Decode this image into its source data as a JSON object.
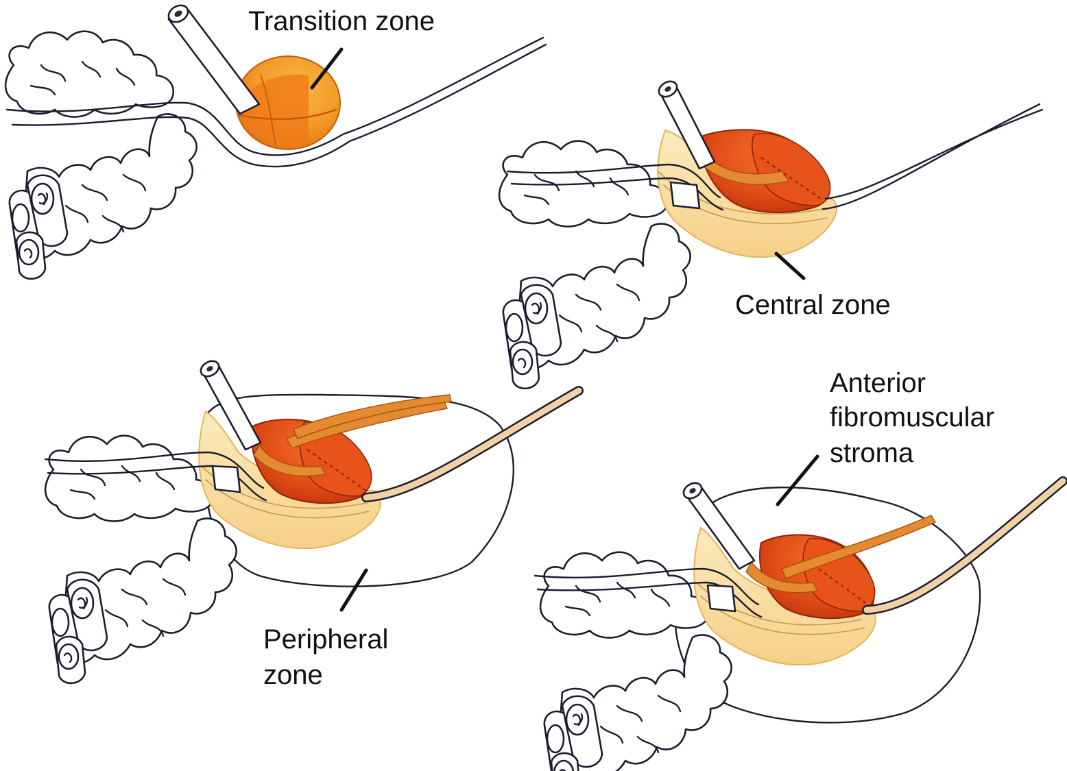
{
  "figure": {
    "labels": {
      "transition_zone": "Transition zone",
      "central_zone": "Central zone",
      "peripheral_zone": [
        "Peripheral",
        "zone"
      ],
      "anterior_stroma": [
        "Anterior",
        "fibromuscular",
        "stroma"
      ]
    },
    "colors": {
      "transition_zone_light": "#f7a832",
      "transition_zone_dark": "#e06a10",
      "central_zone_fill": "#fbe2a4",
      "central_zone_edge": "#f2c060",
      "inner_gland_dark": "#c9350e",
      "inner_gland_light": "#f25a1c",
      "ejaculatory_duct": "#e48a30",
      "urethra_distal": "#f2d2a4",
      "outline": "#1a1d2e"
    },
    "panels": [
      {
        "id": "transition-zone-panel",
        "highlight": "transition zone"
      },
      {
        "id": "central-zone-panel",
        "highlight": "central zone"
      },
      {
        "id": "peripheral-zone-panel",
        "highlight": "peripheral zone"
      },
      {
        "id": "anterior-stroma-panel",
        "highlight": "anterior fibromuscular stroma"
      }
    ]
  }
}
